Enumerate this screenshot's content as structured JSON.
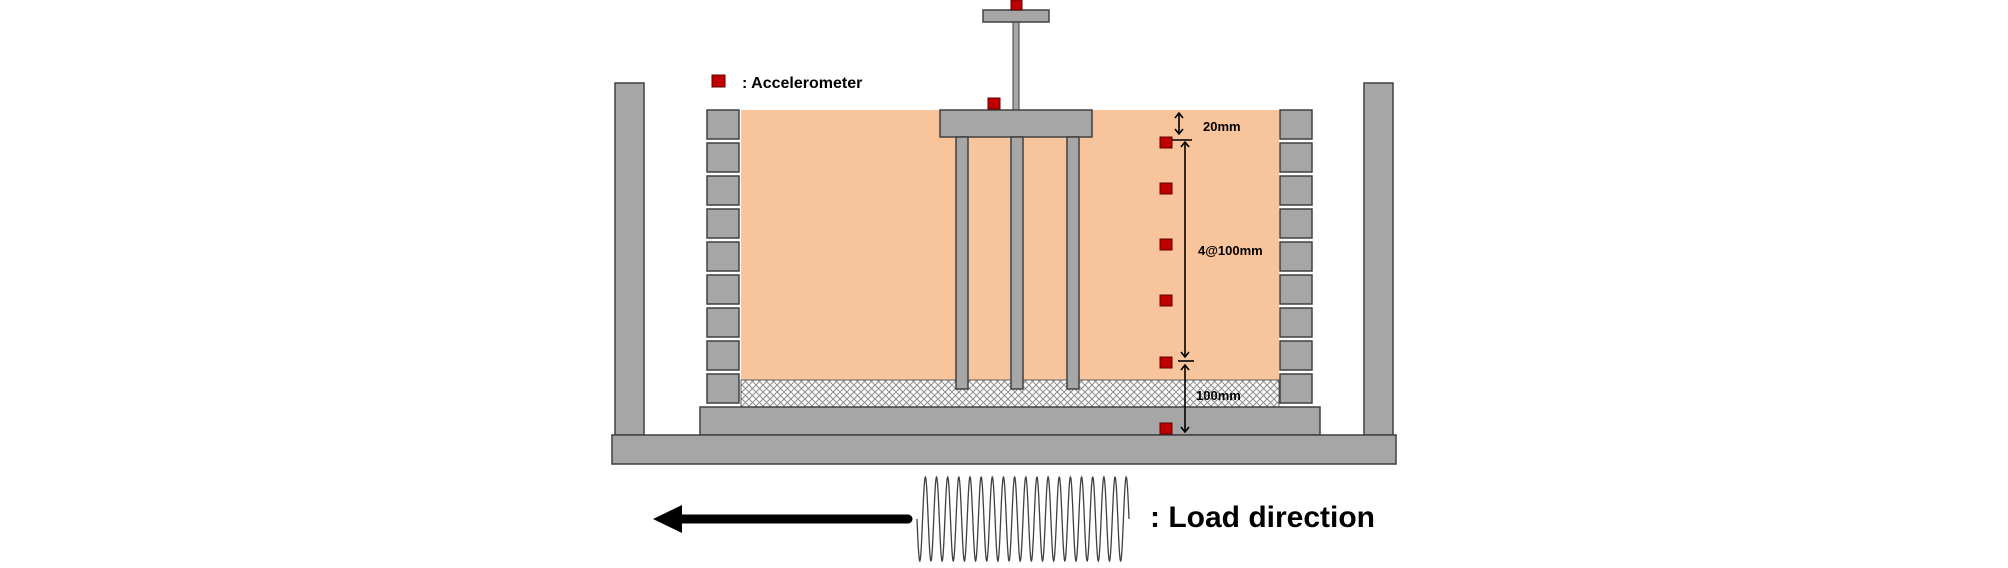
{
  "legend": {
    "marker_label": ": Accelerometer",
    "load_label": ": Load direction"
  },
  "dimensions": {
    "top_spacing": "20mm",
    "middle_spacing": "4@100mm",
    "bottom_spacing": "100mm"
  },
  "colors": {
    "soil": "#f8c49c",
    "steel": "#a6a6a6",
    "accelerometer": "#c00000",
    "base_layer_hatch": "#8c8c8c",
    "outline": "#404040"
  },
  "icons": {
    "accelerometer": "red-square-icon",
    "load_arrow": "left-arrow-icon",
    "load_wave": "sinusoidal-wave-icon"
  }
}
